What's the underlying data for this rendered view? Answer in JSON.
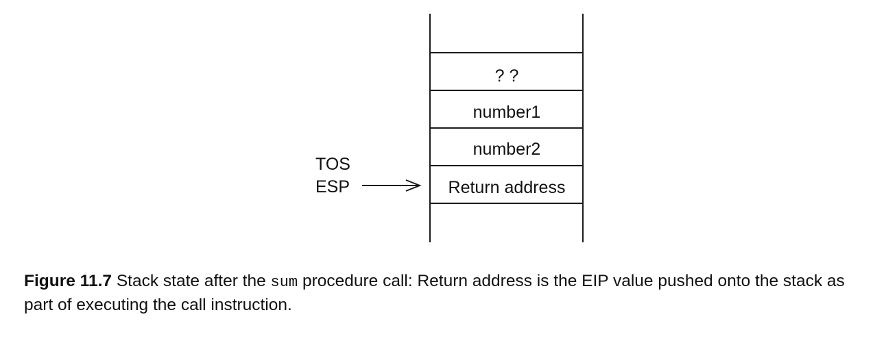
{
  "stack": {
    "cells": [
      {
        "label": "? ?"
      },
      {
        "label": "number1"
      },
      {
        "label": "number2"
      },
      {
        "label": "Return address"
      }
    ]
  },
  "pointer": {
    "label_top": "TOS",
    "label_bottom": "ESP"
  },
  "caption": {
    "figure_number": "Figure 11.7",
    "text_before_code": " Stack state after the ",
    "code": "sum",
    "text_after_code": " procedure call: Return address is the EIP value pushed onto the stack as part of executing the call instruction."
  }
}
